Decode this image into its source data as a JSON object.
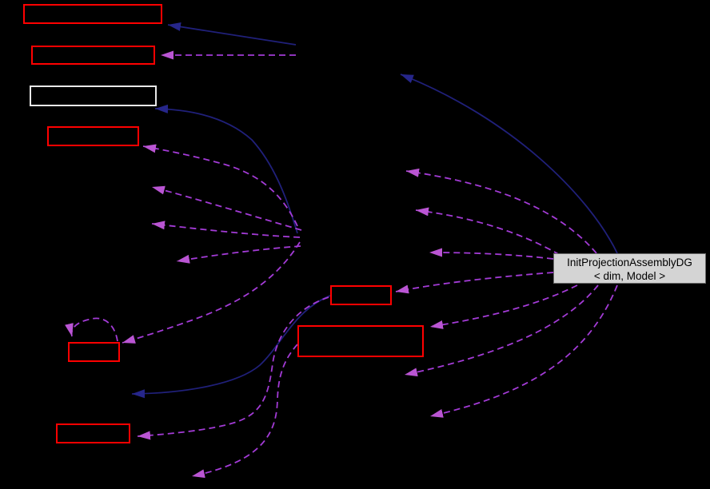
{
  "diagram": {
    "kind": "collaboration-graph",
    "background": "#000000",
    "main_node": {
      "label_line1": "InitProjectionAssemblyDG",
      "label_line2": "< dim, Model >",
      "fill": "#d4d4d4",
      "text_color": "#000000"
    },
    "colors": {
      "red_node_border": "#ff0000",
      "light_node_border": "#e8e8e8",
      "solid_edge": "#20207a",
      "solid_arrow": "#26268a",
      "dashed_edge": "#a33bd6",
      "dashed_arrow": "#ba55d3"
    },
    "nodes": [
      {
        "id": "box-top-1",
        "border": "red",
        "label": ""
      },
      {
        "id": "box-top-2",
        "border": "red",
        "label": ""
      },
      {
        "id": "box-top-3",
        "border": "light",
        "label": ""
      },
      {
        "id": "box-top-4",
        "border": "red",
        "label": ""
      },
      {
        "id": "box-mid-small",
        "border": "red",
        "label": ""
      },
      {
        "id": "box-mid-large",
        "border": "red",
        "label": ""
      },
      {
        "id": "box-left-small",
        "border": "red",
        "label": ""
      },
      {
        "id": "box-bottom-left",
        "border": "red",
        "label": ""
      }
    ],
    "edges": [
      {
        "id": "inherit-top-box",
        "style": "solid"
      },
      {
        "id": "uses-box2",
        "style": "dashed"
      },
      {
        "id": "inherit-light-box",
        "style": "solid"
      },
      {
        "id": "uses-box4",
        "style": "dashed"
      },
      {
        "id": "uses-hidden-upper",
        "style": "dashed"
      },
      {
        "id": "uses-hidden-middle",
        "style": "dashed"
      },
      {
        "id": "uses-hidden-lower",
        "style": "dashed"
      },
      {
        "id": "uses-left-small-box",
        "style": "dashed"
      },
      {
        "id": "self-loop-left-small-box",
        "style": "dashed"
      },
      {
        "id": "inherit-hidden-left",
        "style": "solid"
      },
      {
        "id": "uses-bottom-left-box",
        "style": "dashed"
      },
      {
        "id": "uses-bottom-center",
        "style": "dashed"
      },
      {
        "id": "main-inherit-hidden-top",
        "style": "solid"
      },
      {
        "id": "main-uses-hidden-up-1",
        "style": "dashed"
      },
      {
        "id": "main-uses-hidden-up-2",
        "style": "dashed"
      },
      {
        "id": "main-uses-hidden-up-3",
        "style": "dashed"
      },
      {
        "id": "main-uses-mid-small-box",
        "style": "dashed"
      },
      {
        "id": "main-uses-mid-large-box",
        "style": "dashed"
      },
      {
        "id": "main-uses-hidden-down-1",
        "style": "dashed"
      },
      {
        "id": "main-uses-hidden-down-2",
        "style": "dashed"
      }
    ]
  }
}
